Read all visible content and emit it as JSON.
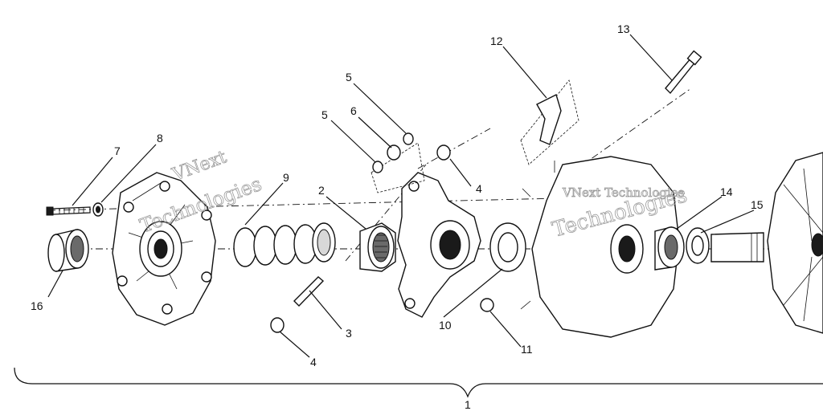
{
  "watermark": {
    "text_a": "VNext",
    "text_b": "Technologies",
    "text_c": "VNext Technologies",
    "text_d": "Technologies"
  },
  "callouts": {
    "c1": "1",
    "c2": "2",
    "c3": "3",
    "c4a": "4",
    "c4b": "4",
    "c5a": "5",
    "c5b": "5",
    "c6": "6",
    "c7": "7",
    "c8": "8",
    "c9": "9",
    "c10": "10",
    "c11": "11",
    "c12": "12",
    "c13": "13",
    "c14": "14",
    "c15": "15",
    "c16": "16"
  }
}
